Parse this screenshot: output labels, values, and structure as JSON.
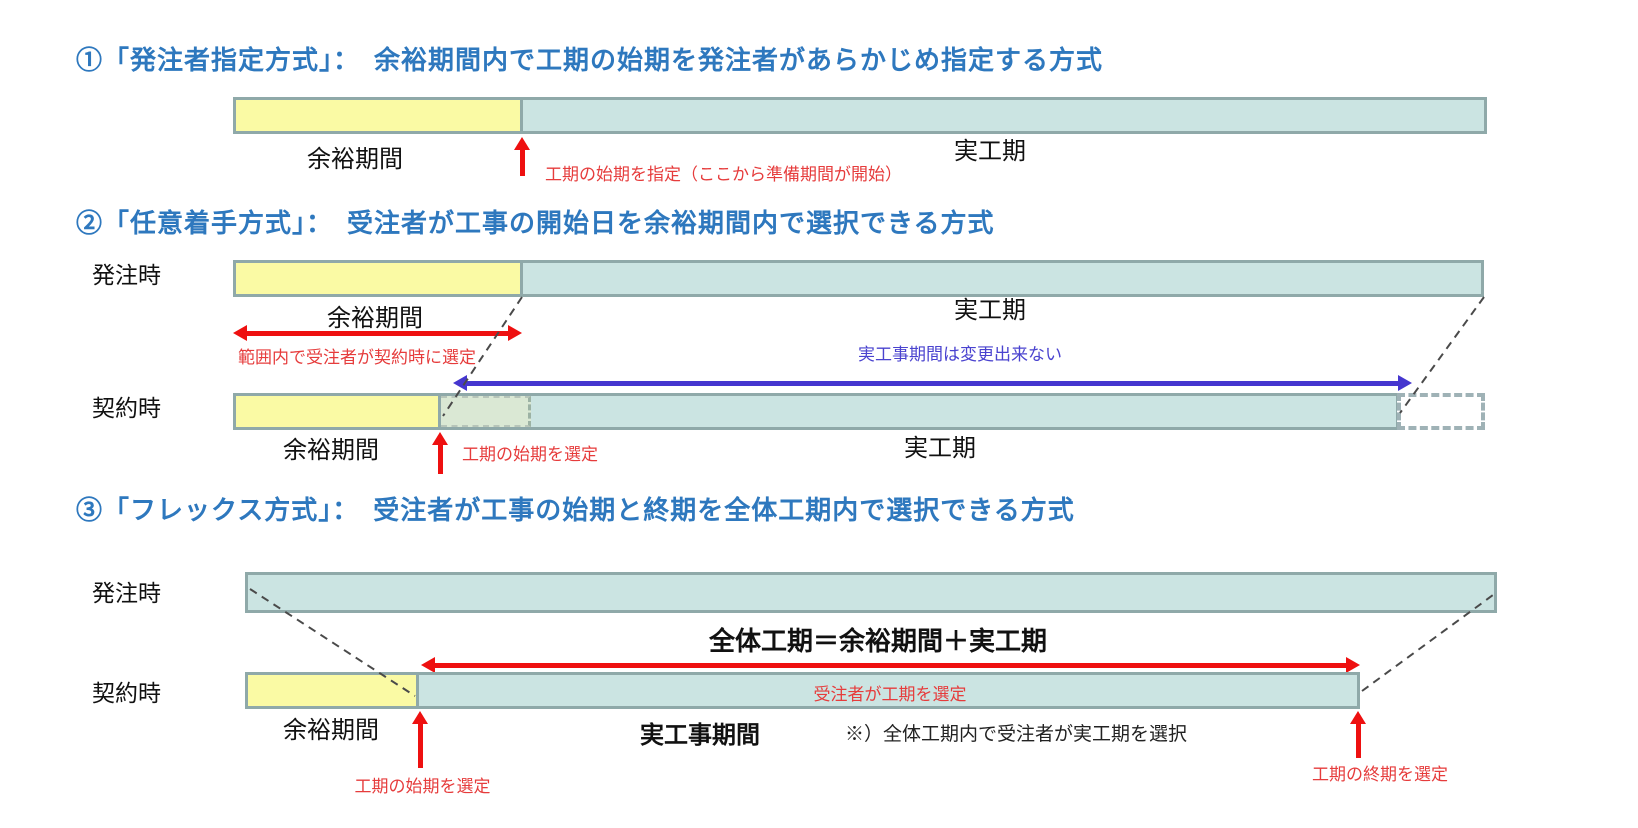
{
  "colors": {
    "heading_blue": "#2E78BE",
    "arrow_red": "#EE1010",
    "note_red": "#E63C3C",
    "arrow_blue": "#4536CF",
    "bar_teal": "#CBE4E2",
    "bar_yellow": "#FAFAA4",
    "bar_green": "#DAE8D4",
    "bar_border": "#8FA9A9"
  },
  "section1": {
    "heading": "①「発注者指定方式」：　余裕期間内で工期の始期を発注者があらかじめ指定する方式",
    "slack_label": "余裕期間",
    "work_label": "実工期",
    "pointer_note": "工期の始期を指定（ここから準備期間が開始）"
  },
  "section2": {
    "heading": "②「任意着手方式」：　受注者が工事の開始日を余裕期間内で選択できる方式",
    "order_row_label": "発注時",
    "contract_row_label": "契約時",
    "order_slack_label": "余裕期間",
    "order_work_label": "実工期",
    "range_note": "範囲内で受注者が契約時に選定",
    "fixed_note": "実工事期間は変更出来ない",
    "contract_slack_label": "余裕期間",
    "contract_work_label": "実工期",
    "start_note": "工期の始期を選定"
  },
  "section3": {
    "heading": "③「フレックス方式」：　受注者が工事の始期と終期を全体工期内で選択できる方式",
    "order_row_label": "発注時",
    "contract_row_label": "契約時",
    "total_label": "全体工期＝余裕期間＋実工期",
    "select_note": "受注者が工期を選定",
    "contract_slack_label": "余裕期間",
    "contract_work_label": "実工事期間",
    "asterisk_note": "※）全体工期内で受注者が実工期を選択",
    "start_note": "工期の始期を選定",
    "end_note": "工期の終期を選定"
  }
}
